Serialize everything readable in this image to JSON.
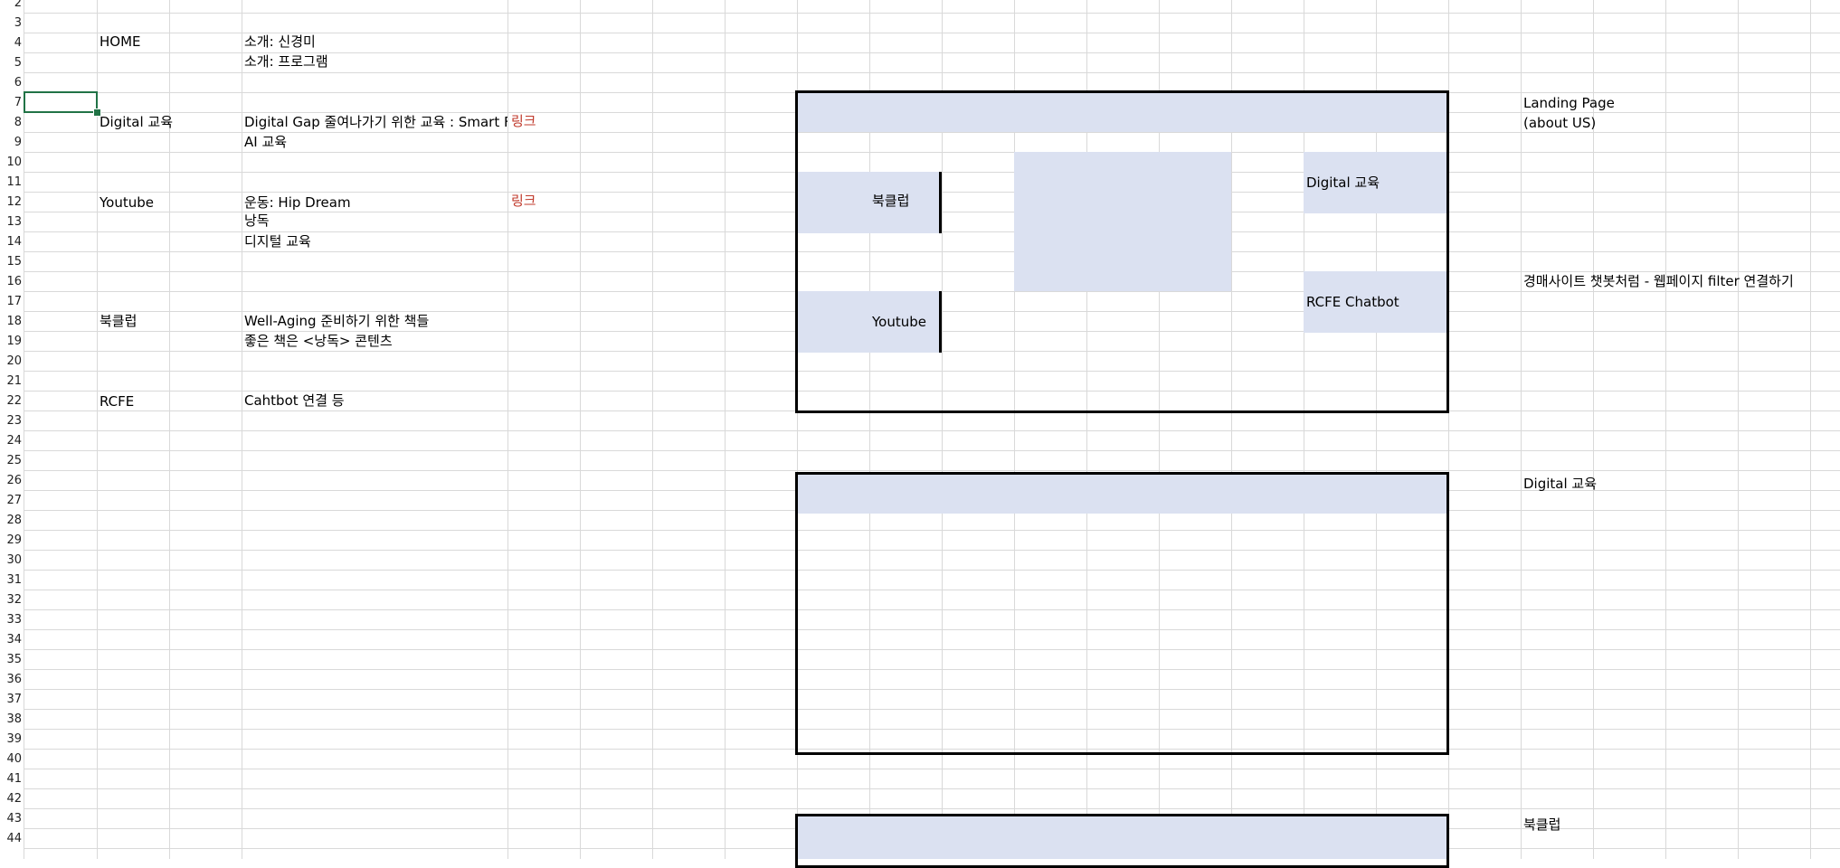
{
  "row_numbers": [
    "2",
    "3",
    "4",
    "5",
    "6",
    "7",
    "8",
    "9",
    "10",
    "11",
    "12",
    "13",
    "14",
    "15",
    "16",
    "17",
    "18",
    "19",
    "20",
    "21",
    "22",
    "23",
    "24",
    "25",
    "26",
    "27",
    "28",
    "29",
    "30",
    "31",
    "32",
    "33",
    "34",
    "35",
    "36",
    "37",
    "38",
    "39",
    "40",
    "41",
    "42",
    "43",
    "44"
  ],
  "cells": {
    "b4": "HOME",
    "d4": "소개: 신경미",
    "d5": "소개: 프로그램",
    "b8": "Digital  교육",
    "d8": "Digital Gap 줄여나가기 위한 교육 : Smart F",
    "e8": "링크",
    "d9": "AI 교육",
    "b12": "Youtube",
    "d12": "운동: Hip Dream",
    "e12": "링크",
    "d13": "낭독",
    "d14": "디지털 교육",
    "b18": "북클럽",
    "d18": "Well-Aging 준비하기 위한 책들",
    "d19": "좋은 책은 <낭독> 콘텐츠",
    "b22": "RCFE",
    "d22": "Cahtbot 연결 등"
  },
  "mockup": {
    "bookclub_label": "북클럽",
    "youtube_label": "Youtube",
    "digital_label": "Digital 교육",
    "rcfe_label": "RCFE Chatbot"
  },
  "notes": {
    "landing_line1": "Landing Page",
    "landing_line2": "(about US)",
    "chatbot_note": "경매사이트 챗봇처럼 - 웹페이지 filter 연결하기",
    "digital_note": "Digital 교육",
    "bookclub_note": "북클럽"
  },
  "colors": {
    "fill": "#dbe1f1",
    "link": "#c0392b",
    "selection": "#217346"
  }
}
